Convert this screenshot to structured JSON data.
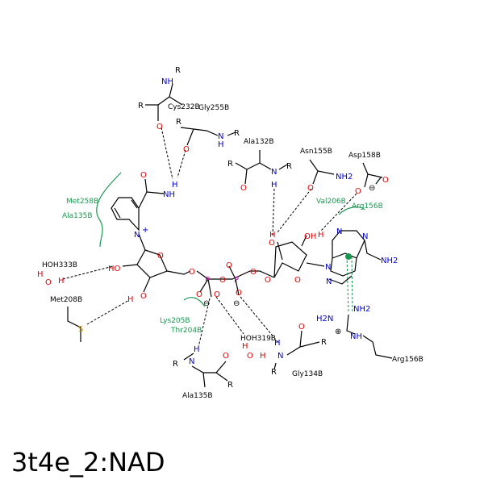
{
  "title": "3t4e_2:NAD",
  "colors": {
    "bond": "#000000",
    "oxygen": "#e00000",
    "nitrogen": "#0000cc",
    "phosphorus": "#cc00cc",
    "sulfur": "#c89600",
    "hydrophobic": "#1a9850"
  },
  "residues": {
    "cys232": "Cys232B",
    "gly255": "Gly255B",
    "ala132": "Ala132B",
    "asn155": "Asn155B",
    "asp158": "Asp158B",
    "met258": "Met258B",
    "ala135_top": "Ala135B",
    "val206": "Val206B",
    "arg156_top": "Arg156B",
    "hoh333": "HOH333B",
    "met208": "Met208B",
    "lys205": "Lys205B",
    "thr204": "Thr204B",
    "hoh319": "HOH319B",
    "gly134": "Gly134B",
    "ala135_bot": "Ala135B",
    "arg156_bot": "Arg156B"
  },
  "atoms": {
    "R": "R",
    "N": "N",
    "H": "H",
    "O": "O",
    "P": "P",
    "S": "S",
    "NH": "NH",
    "NH2": "NH2",
    "H2N": "H2N",
    "OH": "OH",
    "HO": "HO",
    "minus": "⊖",
    "plus": "⊕",
    "plus_small": "+"
  }
}
